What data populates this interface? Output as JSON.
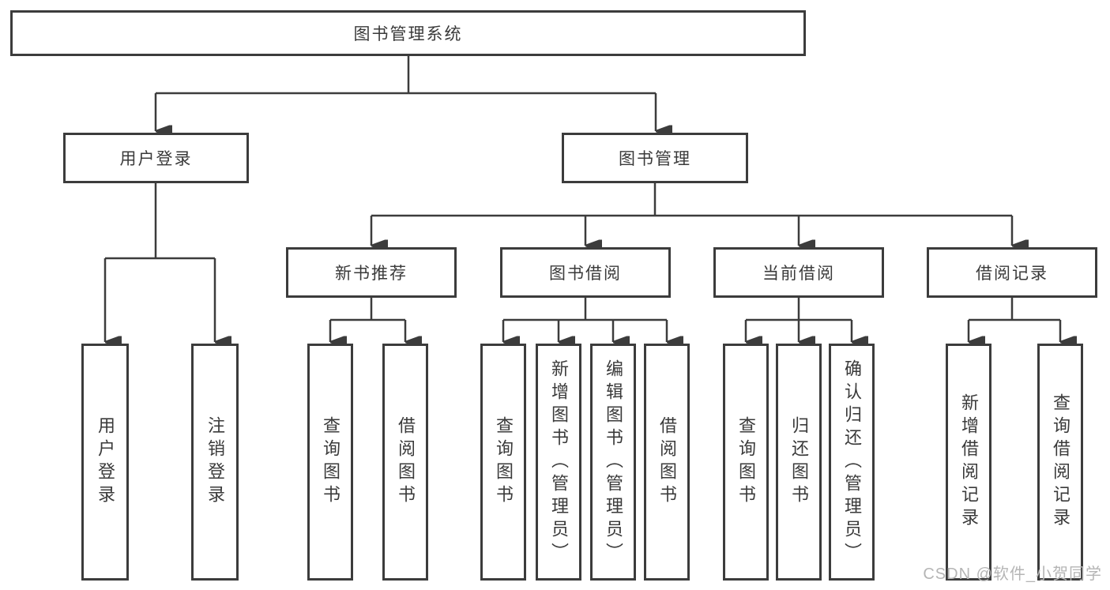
{
  "diagram": {
    "root": {
      "label": "图书管理系统"
    },
    "branches": [
      {
        "label": "用户登录",
        "children": [
          {
            "label": "用户登录"
          },
          {
            "label": "注销登录"
          }
        ]
      },
      {
        "label": "图书管理",
        "groups": [
          {
            "label": "新书推荐",
            "children": [
              {
                "label": "查询图书"
              },
              {
                "label": "借阅图书"
              }
            ]
          },
          {
            "label": "图书借阅",
            "children": [
              {
                "label": "查询图书"
              },
              {
                "label": "新增图书（管理员）"
              },
              {
                "label": "编辑图书（管理员）"
              },
              {
                "label": "借阅图书"
              }
            ]
          },
          {
            "label": "当前借阅",
            "children": [
              {
                "label": "查询图书"
              },
              {
                "label": "归还图书"
              },
              {
                "label": "确认归还（管理员）"
              }
            ]
          },
          {
            "label": "借阅记录",
            "children": [
              {
                "label": "新增借阅记录"
              },
              {
                "label": "查询借阅记录"
              }
            ]
          }
        ]
      }
    ]
  },
  "watermark": {
    "text": "CSDN @软件_小贺同学"
  },
  "colors": {
    "line": "#3c3c3c",
    "text": "#3a3a3a",
    "background": "#ffffff",
    "watermark": "#b5b5b5"
  }
}
